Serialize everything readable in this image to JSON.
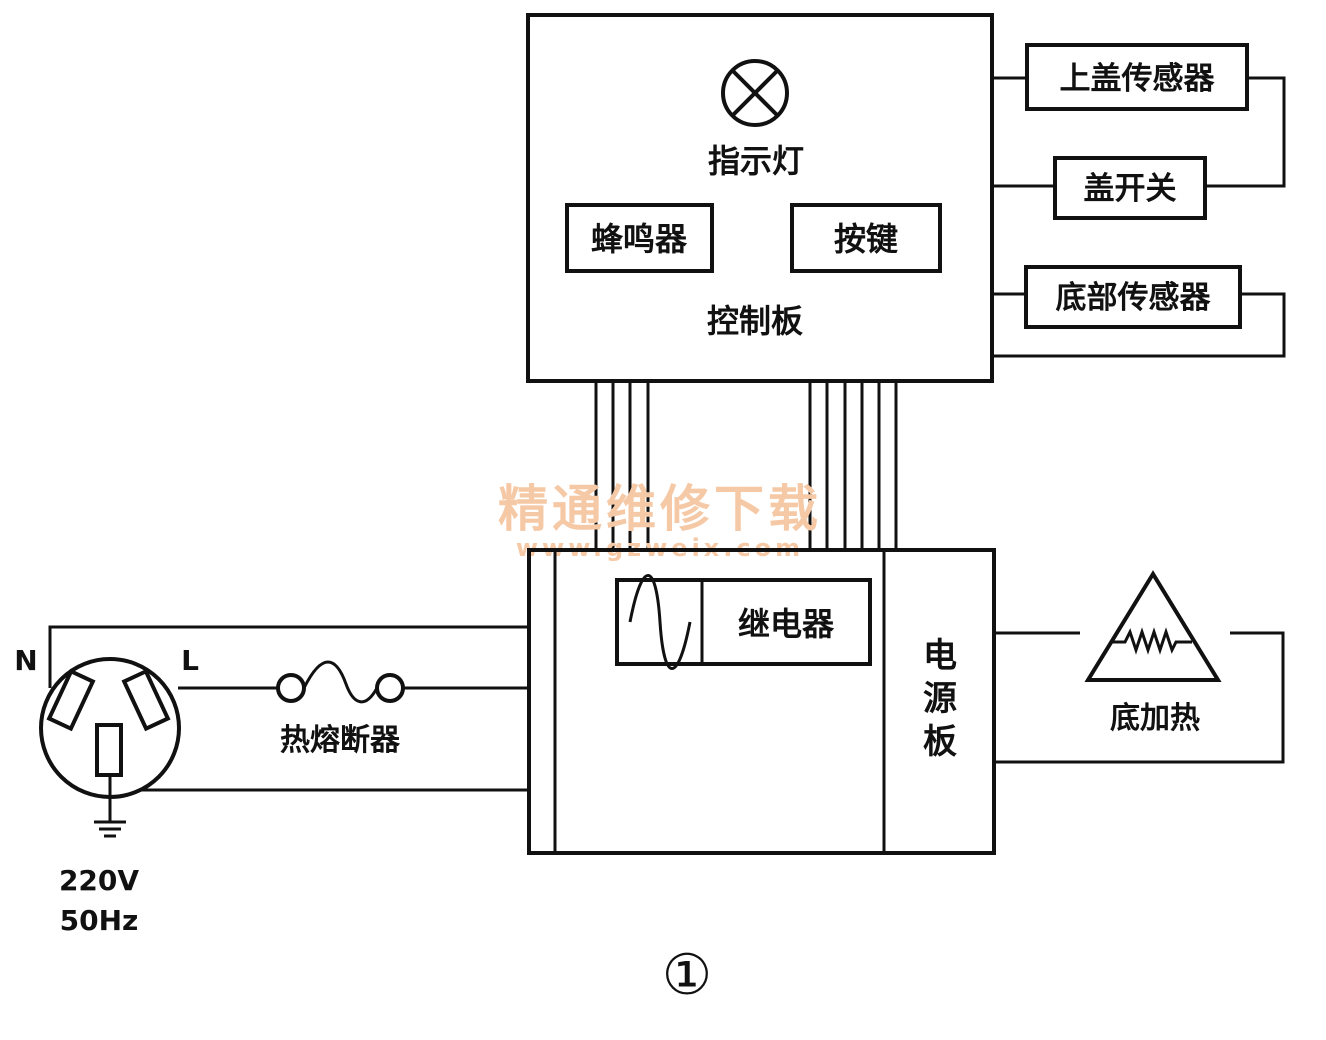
{
  "control_board": {
    "label": "控制板",
    "indicator_label": "指示灯",
    "buzzer_label": "蜂鸣器",
    "button_label": "按键"
  },
  "sensors": {
    "lid_sensor": "上盖传感器",
    "lid_switch": "盖开关",
    "bottom_sensor": "底部传感器"
  },
  "power_board": {
    "relay_label": "继电器",
    "label": "电源板",
    "label_chars": [
      "电",
      "源",
      "板"
    ]
  },
  "heater": {
    "label": "底加热"
  },
  "socket": {
    "n_label": "N",
    "l_label": "L",
    "voltage": "220V",
    "frequency": "50Hz"
  },
  "fuse": {
    "label": "热熔断器"
  },
  "figure_number": "①",
  "watermark": {
    "title": "精通维修下载",
    "url": "www.gzweix.com"
  },
  "colors": {
    "line": "#111111",
    "watermark": "#f6c9a6"
  }
}
